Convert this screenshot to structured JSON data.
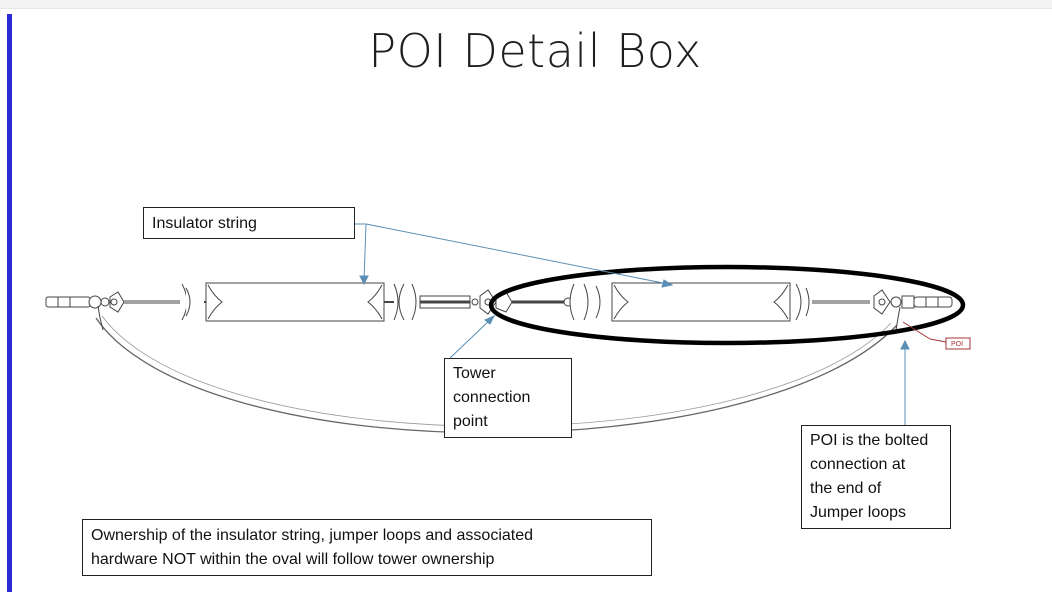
{
  "title": "POI Detail Box",
  "labels": {
    "insulator_string": "Insulator string",
    "tower_connection": [
      "Tower",
      "connection",
      "point"
    ],
    "poi_description": [
      "POI is the bolted",
      "connection at",
      "the end of",
      "Jumper loops"
    ],
    "ownership_note": [
      "Ownership of the insulator string, jumper loops and associated",
      "hardware NOT within the oval will follow tower ownership"
    ],
    "poi_tag": "POI"
  },
  "colors": {
    "accent_bar": "#2b2bd6",
    "callout_arrow": "#5b8fb5",
    "poi_tag": "#a33333",
    "oval": "#000000"
  }
}
